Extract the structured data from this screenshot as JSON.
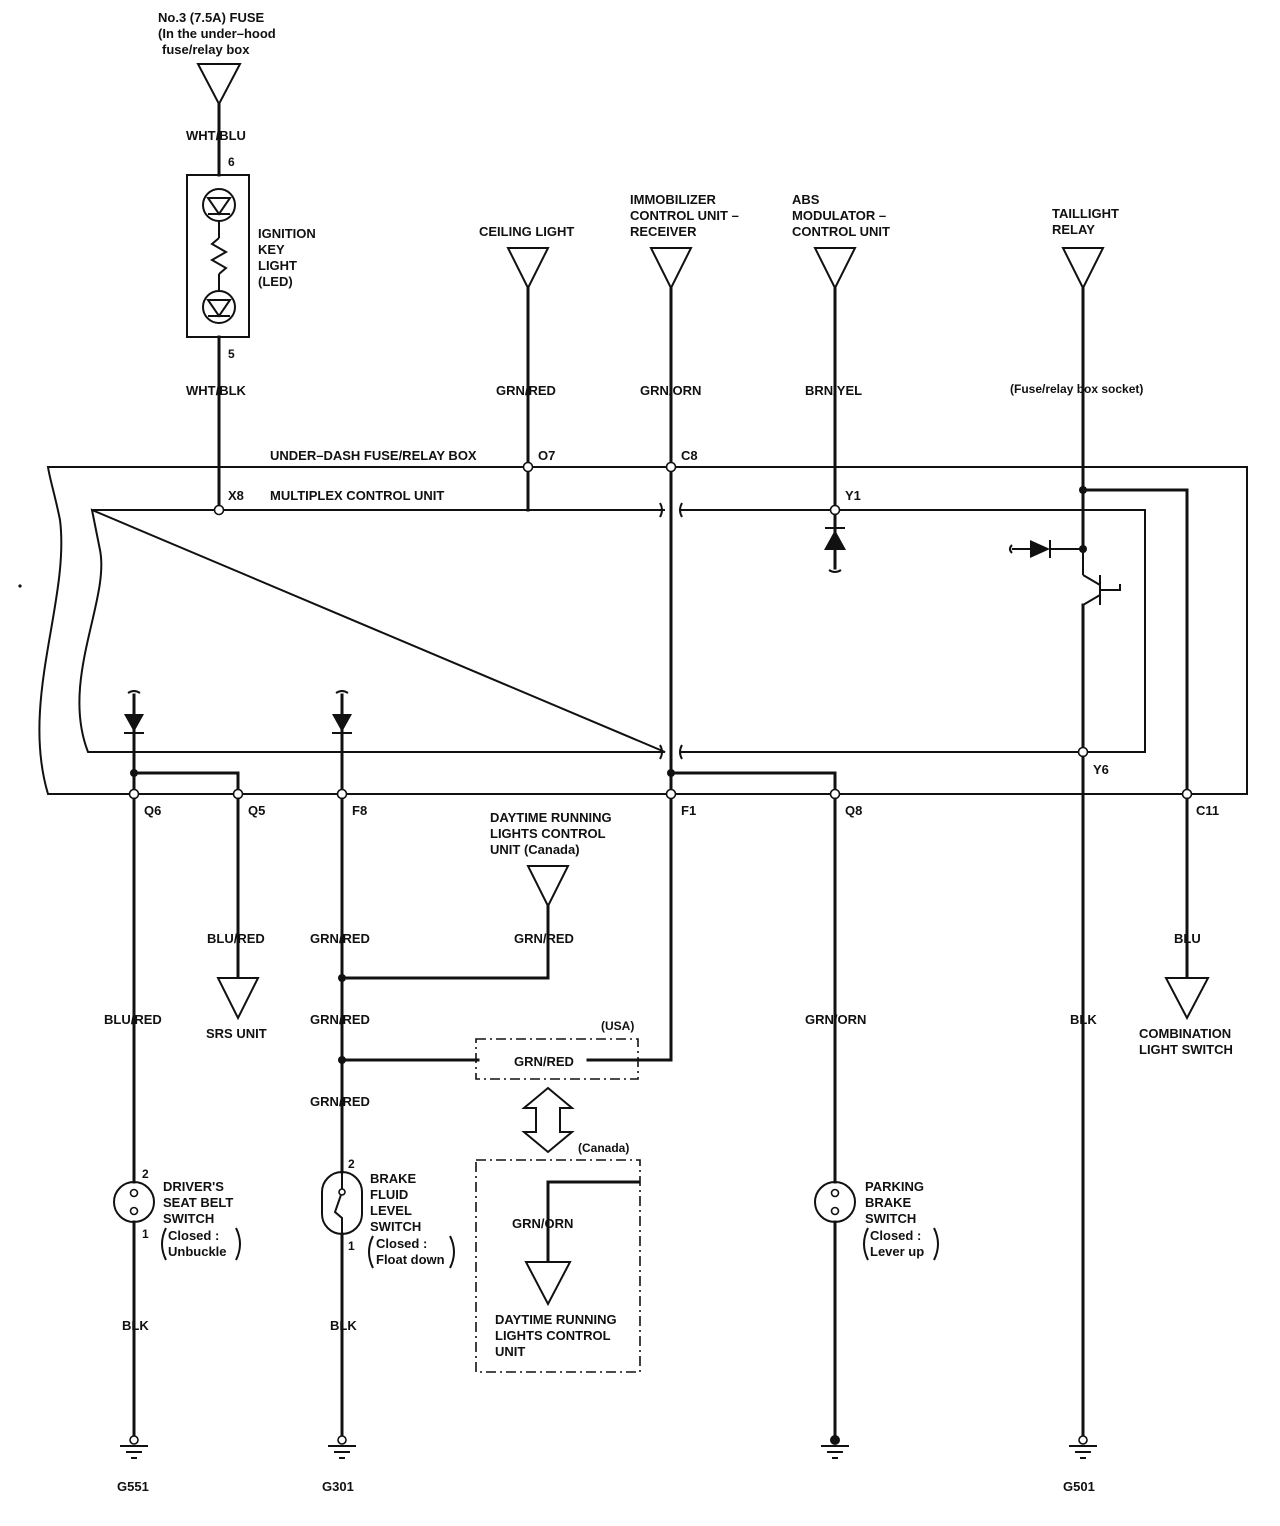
{
  "top_sources": {
    "fuse_line1": "No.3 (7.5A) FUSE",
    "fuse_line2": "(In the under–hood",
    "fuse_line3": "fuse/relay box",
    "ceiling_light": "CEILING LIGHT",
    "immobilizer_line1": "IMMOBILIZER",
    "immobilizer_line2": "CONTROL UNIT –",
    "immobilizer_line3": "RECEIVER",
    "abs_line1": "ABS",
    "abs_line2": "MODULATOR –",
    "abs_line3": "CONTROL UNIT",
    "taillight_line1": "TAILLIGHT",
    "taillight_line2": "RELAY"
  },
  "ignition_key_light": {
    "line1": "IGNITION",
    "line2": "KEY",
    "line3": "LIGHT",
    "line4": "(LED)",
    "pin_top": "6",
    "pin_bottom": "5"
  },
  "wires": {
    "wht_blu": "WHT/BLU",
    "wht_blk": "WHT/BLK",
    "grn_red_ceiling": "GRN/RED",
    "grn_orn_immob": "GRN/ORN",
    "brn_yel": "BRN/YEL",
    "fuse_relay_socket": "(Fuse/relay box socket)",
    "blu_red_q5": "BLU/RED",
    "grn_red_f8": "GRN/RED",
    "grn_red_drl": "GRN/RED",
    "blu_red_q6": "BLU/RED",
    "grn_red_mid": "GRN/RED",
    "grn_red_usa": "GRN/RED",
    "grn_red_low": "GRN/RED",
    "grn_orn_q8": "GRN/ORN",
    "blk_y6": "BLK",
    "blu_c11": "BLU",
    "grn_orn_canada": "GRN/ORN",
    "blk_q6": "BLK",
    "blk_f8": "BLK"
  },
  "boxes": {
    "fuse_relay_box": "UNDER–DASH FUSE/RELAY BOX",
    "multiplex": "MULTIPLEX CONTROL UNIT"
  },
  "terminals": {
    "o7": "O7",
    "c8": "C8",
    "x8": "X8",
    "y1": "Y1",
    "y6": "Y6",
    "q6": "Q6",
    "q5": "Q5",
    "f8": "F8",
    "f1": "F1",
    "q8": "Q8",
    "c11": "C11"
  },
  "drl_canada_top": {
    "line1": "DAYTIME RUNNING",
    "line2": "LIGHTS CONTROL",
    "line3": "UNIT (Canada)"
  },
  "destinations": {
    "srs_unit": "SRS UNIT",
    "combo_line1": "COMBINATION",
    "combo_line2": "LIGHT SWITCH"
  },
  "variants": {
    "usa": "(USA)",
    "canada": "(Canada)",
    "drl_line1": "DAYTIME RUNNING",
    "drl_line2": "LIGHTS CONTROL",
    "drl_line3": "UNIT"
  },
  "switches": {
    "seat_belt": {
      "line1": "DRIVER'S",
      "line2": "SEAT BELT",
      "line3": "SWITCH",
      "closed": "Closed :",
      "state": "Unbuckle",
      "pin_top": "2",
      "pin_bottom": "1"
    },
    "brake_fluid": {
      "line1": "BRAKE",
      "line2": "FLUID",
      "line3": "LEVEL",
      "line4": "SWITCH",
      "closed": "Closed :",
      "state": "Float down",
      "pin_top": "2",
      "pin_bottom": "1"
    },
    "parking_brake": {
      "line1": "PARKING",
      "line2": "BRAKE",
      "line3": "SWITCH",
      "closed": "Closed :",
      "state": "Lever up"
    }
  },
  "grounds": {
    "g551": "G551",
    "g301": "G301",
    "g501": "G501"
  }
}
